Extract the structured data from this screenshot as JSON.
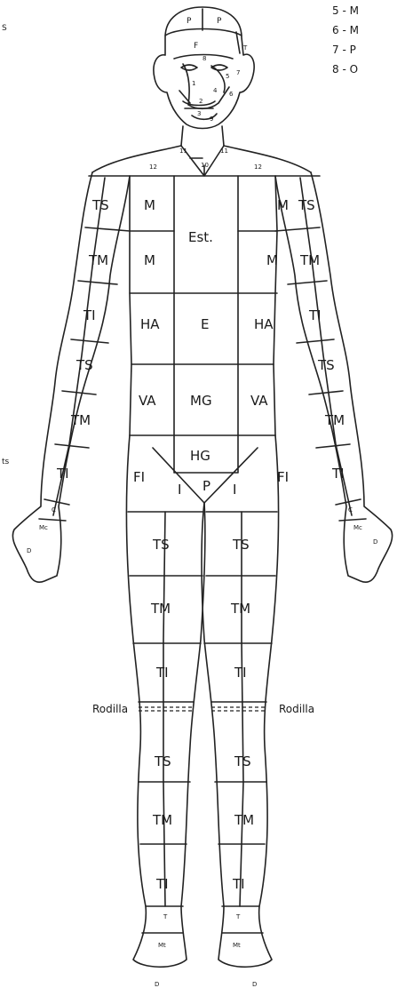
{
  "legend": {
    "items": [
      "5 - M",
      "6 - M",
      "7 - P",
      "8 - O"
    ]
  },
  "edge_fragments": {
    "top_left": "S",
    "mid_left": "ts"
  },
  "head": {
    "p_left": "P",
    "p_right": "P",
    "f": "F",
    "t": "T",
    "n1": "1",
    "n2": "2",
    "n3": "3",
    "n4": "4",
    "n5": "5",
    "n6": "6",
    "n7": "7",
    "n8": "8",
    "n9": "9"
  },
  "neck": {
    "n11_left": "11",
    "n11_right": "11",
    "n10": "10",
    "n12_left": "12",
    "n12_right": "12"
  },
  "torso": {
    "m_ul": "M",
    "m_ur": "M",
    "est": "Est.",
    "m_ll": "M",
    "m_lr": "M",
    "ha_l": "HA",
    "e": "E",
    "ha_r": "HA",
    "va_l": "VA",
    "mg": "MG",
    "va_r": "VA",
    "hg": "HG",
    "fi_l": "FI",
    "i_l": "I",
    "p": "P",
    "i_r": "I",
    "fi_r": "FI"
  },
  "arm_left": {
    "ts_top": "TS",
    "tm_top": "TM",
    "ti_top": "TI",
    "ts": "TS",
    "tm": "TM",
    "ti": "TI",
    "c": "C",
    "mc": "Mc",
    "d": "D"
  },
  "arm_right": {
    "ts_top": "TS",
    "tm_top": "TM",
    "ti_top": "TI",
    "ts": "TS",
    "tm": "TM",
    "ti": "TI",
    "c": "C",
    "mc": "Mc",
    "d": "D"
  },
  "leg_left": {
    "ts": "TS",
    "tm": "TM",
    "ti": "TI",
    "knee": "Rodilla",
    "ts2": "TS",
    "tm2": "TM",
    "ti2": "TI",
    "t": "T",
    "mt": "Mt",
    "d": "D"
  },
  "leg_right": {
    "ts": "TS",
    "tm": "TM",
    "ti": "TI",
    "knee": "Rodilla",
    "ts2": "TS",
    "tm2": "TM",
    "ti2": "TI",
    "t": "T",
    "mt": "Mt",
    "d": "D"
  }
}
